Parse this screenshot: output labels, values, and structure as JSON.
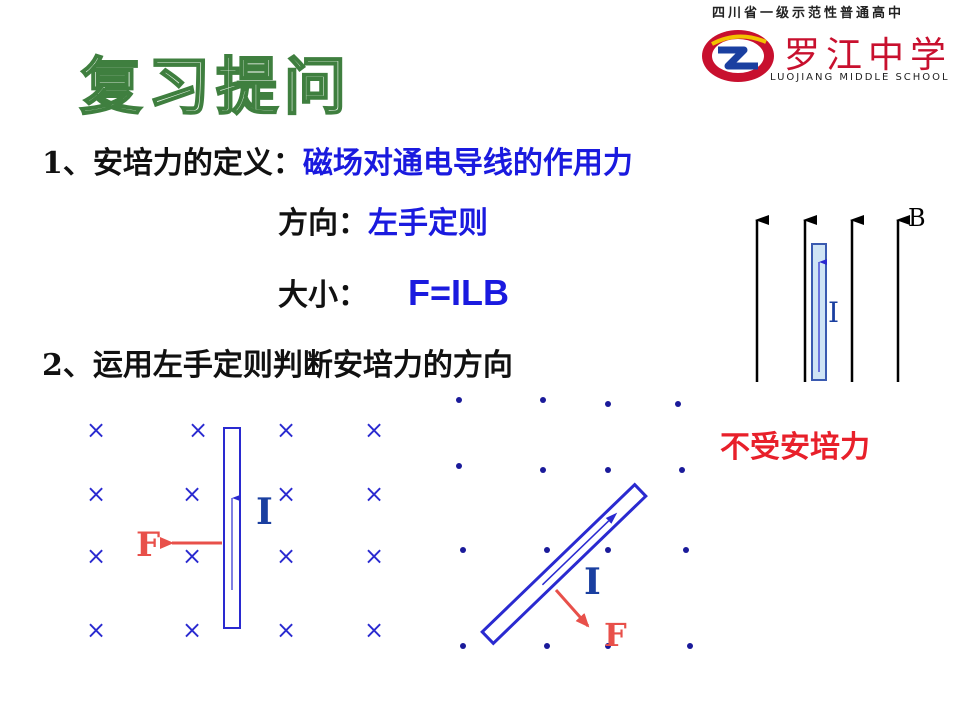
{
  "slide": {
    "title": "复习提问",
    "school": {
      "top_line": "四川省一级示范性普通高中",
      "name_cn": "罗江中学",
      "name_en": "LUOJIANG MIDDLE SCHOOL"
    },
    "q1": {
      "prefix": "1、安培力的定义：",
      "definition": "磁场对通电导线的作用力",
      "direction_label": "方向：",
      "direction_value": "左手定则",
      "magnitude_label": "大小：",
      "formula": "F=ILB"
    },
    "q2": {
      "text": "2、运用左手定则判断安培力的方向"
    },
    "diagrams": {
      "parallel": {
        "field_label": "B",
        "current_label": "I",
        "caption": "不受安培力"
      },
      "cross_field": {
        "force_label": "F",
        "current_label": "I"
      },
      "dot_field": {
        "current_label": "I",
        "force_label": "F"
      }
    },
    "colors": {
      "blue_text": "#1a1adf",
      "red_text": "#e8202a",
      "title_green": "#3f7f3f",
      "cross_blue": "#2a2ad0"
    }
  }
}
